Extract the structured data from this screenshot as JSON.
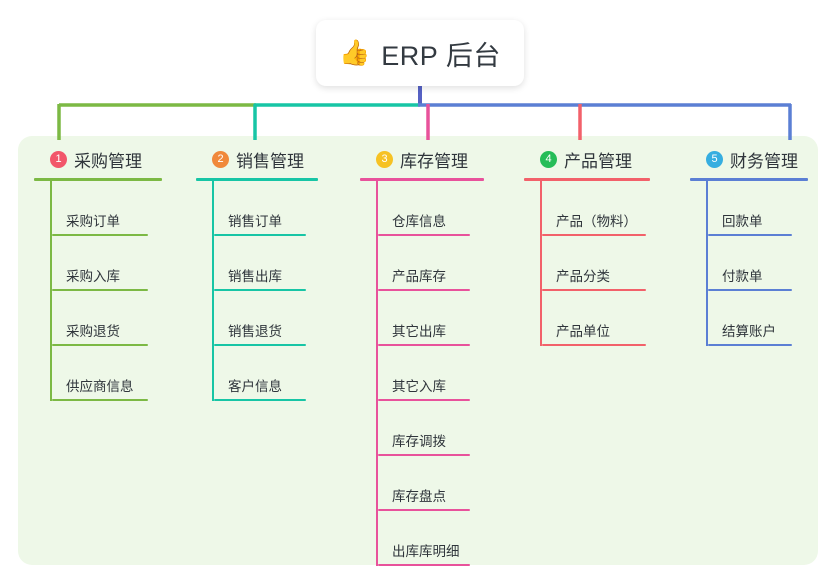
{
  "diagram": {
    "type": "mindmap-org-chart",
    "background_color": "#ffffff",
    "panel_color": "#eef8e8",
    "root": {
      "emoji": "👍",
      "emoji_name": "thumbs-up-icon",
      "title": "ERP 后台",
      "box_color": "#ffffff",
      "text_color": "#333a41",
      "stem_color": "#5661c4"
    },
    "columns": [
      {
        "number": "1",
        "title": "采购管理",
        "badge_color": "#f2566a",
        "line_color": "#7cb944",
        "items": [
          {
            "label": "采购订单"
          },
          {
            "label": "采购入库"
          },
          {
            "label": "采购退货"
          },
          {
            "label": "供应商信息"
          }
        ]
      },
      {
        "number": "2",
        "title": "销售管理",
        "badge_color": "#f0893b",
        "line_color": "#17c5a5",
        "items": [
          {
            "label": "销售订单"
          },
          {
            "label": "销售出库"
          },
          {
            "label": "销售退货"
          },
          {
            "label": "客户信息"
          }
        ]
      },
      {
        "number": "3",
        "title": "库存管理",
        "badge_color": "#f6c224",
        "line_color": "#e8529b",
        "items": [
          {
            "label": "仓库信息"
          },
          {
            "label": "产品库存"
          },
          {
            "label": "其它出库"
          },
          {
            "label": "其它入库"
          },
          {
            "label": "库存调拨"
          },
          {
            "label": "库存盘点"
          },
          {
            "label": "出库库明细"
          }
        ]
      },
      {
        "number": "4",
        "title": "产品管理",
        "badge_color": "#25bd58",
        "line_color": "#f2616a",
        "items": [
          {
            "label": "产品（物料）"
          },
          {
            "label": "产品分类"
          },
          {
            "label": "产品单位"
          }
        ]
      },
      {
        "number": "5",
        "title": "财务管理",
        "badge_color": "#36aee0",
        "line_color": "#5b7fd4",
        "items": [
          {
            "label": "回款单"
          },
          {
            "label": "付款单"
          },
          {
            "label": "结算账户"
          }
        ]
      }
    ]
  }
}
